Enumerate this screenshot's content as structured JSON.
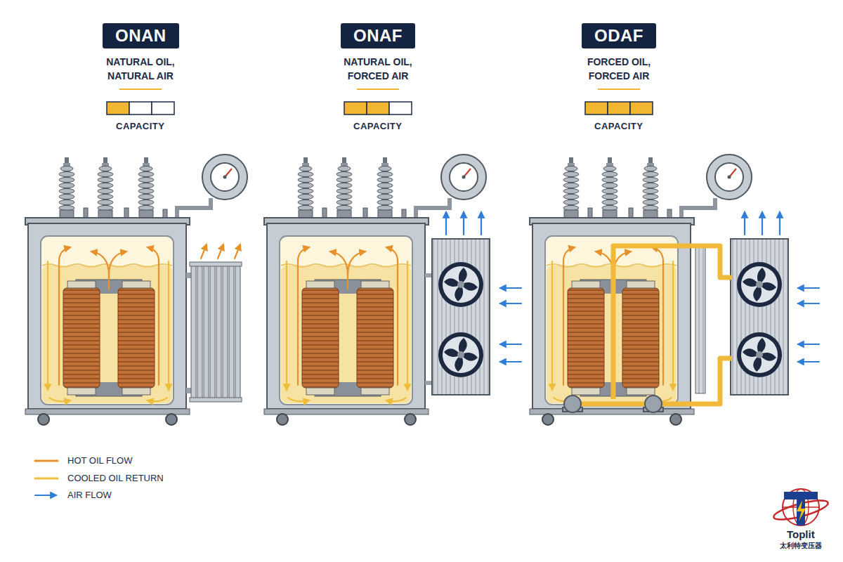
{
  "diagram": {
    "nodes": [
      {
        "text": [
          "ONAN"
        ]
      },
      {
        "text": [
          "ONAF"
        ]
      },
      {
        "text": [
          "ODAF"
        ]
      }
    ],
    "labels": [
      "NATURAL OIL, NATURAL AIR",
      "CAPACITY",
      "NATURAL OIL, FORCED AIR",
      "CAPACITY",
      "FORCED OIL, FORCED AIR",
      "CAPACITY",
      "Toplit",
      "太利特变压器"
    ],
    "legend": [
      {
        "text": "HOT OIL FLOW"
      },
      {
        "text": "COOLED OIL RETURN"
      },
      {
        "text": "AIR FLOW"
      }
    ]
  }
}
